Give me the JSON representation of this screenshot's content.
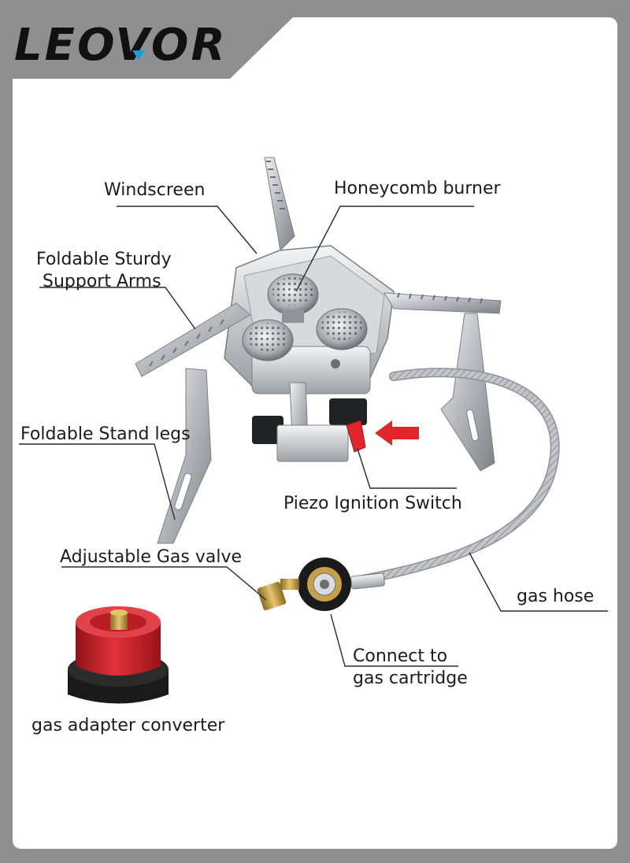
{
  "brand": {
    "name": "LEOVOR",
    "accent": "#1b9bd8"
  },
  "labels": {
    "windscreen": "Windscreen",
    "honeycomb_burner": "Honeycomb burner",
    "support_arms_line1": "Foldable Sturdy",
    "support_arms_line2": "Support Arms",
    "stand_legs": "Foldable Stand legs",
    "piezo_switch": "Piezo Ignition Switch",
    "gas_valve": "Adjustable Gas valve",
    "gas_hose": "gas  hose",
    "connect_line1": "Connect to",
    "connect_line2": "gas cartridge",
    "adapter": "gas adapter converter"
  },
  "colors": {
    "frame": "#8f8f8f",
    "panel": "#ffffff",
    "steel": "#c9ccd0",
    "steel_dark": "#8a8e93",
    "adapter_red": "#d0202a",
    "brass": "#c9a04a",
    "ignition_red": "#e0262b"
  },
  "icons": {
    "ignition_arrow": "red-arrow-left"
  }
}
